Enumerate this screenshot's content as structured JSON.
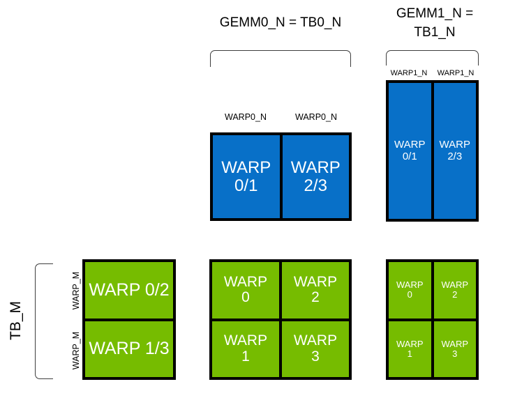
{
  "diagram": {
    "title_gemm0": "GEMM0_N = TB0_N",
    "title_gemm1_line1": "GEMM1_N =",
    "title_gemm1_line2": "TB1_N",
    "left_axis_label": "TB_M",
    "warp_m_label_top": "WARP_M",
    "warp_m_label_bottom": "WARP_M",
    "warp0_n_label_left": "WARP0_N",
    "warp0_n_label_right": "WARP0_N",
    "warp1_n_label_left": "WARP1_N",
    "warp1_n_label_right": "WARP1_N"
  },
  "blue_gemm0": {
    "cells": [
      {
        "line1": "WARP",
        "line2": "0/1"
      },
      {
        "line1": "WARP",
        "line2": "2/3"
      }
    ]
  },
  "blue_gemm1": {
    "cells": [
      {
        "line1": "WARP",
        "line2": "0/1"
      },
      {
        "line1": "WARP",
        "line2": "2/3"
      }
    ]
  },
  "green_left": {
    "cells": [
      {
        "text": "WARP 0/2"
      },
      {
        "text": "WARP 1/3"
      }
    ]
  },
  "green_middle": {
    "cells": [
      {
        "line1": "WARP",
        "line2": "0"
      },
      {
        "line1": "WARP",
        "line2": "2"
      },
      {
        "line1": "WARP",
        "line2": "1"
      },
      {
        "line1": "WARP",
        "line2": "3"
      }
    ]
  },
  "green_right": {
    "cells": [
      {
        "line1": "WARP",
        "line2": "0"
      },
      {
        "line1": "WARP",
        "line2": "2"
      },
      {
        "line1": "WARP",
        "line2": "1"
      },
      {
        "line1": "WARP",
        "line2": "3"
      }
    ]
  },
  "colors": {
    "blue": "#0870c8",
    "green": "#76bc00",
    "border": "#000000",
    "text_on_block": "#ffffff",
    "label_text": "#000000",
    "bracket": "#3d3d3d",
    "background": "#ffffff"
  }
}
